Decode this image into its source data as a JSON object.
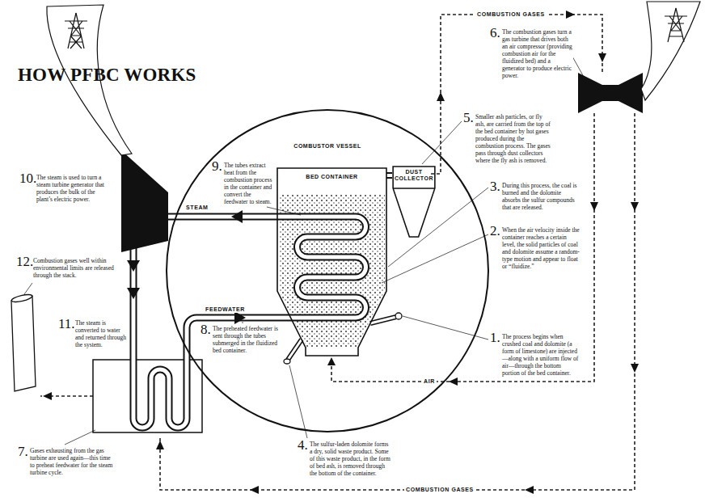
{
  "diagram": {
    "title": "HOW PFBC WORKS",
    "nodes": [
      {
        "text": [
          "COMBUSTOR VESSEL"
        ]
      },
      {
        "text": [
          "BED CONTAINER"
        ],
        "in": 0
      },
      {
        "text": [
          "DUST COLLECTOR"
        ],
        "in": 0
      }
    ],
    "edges": [
      {
        "from": 1,
        "to": 2,
        "arrow": "none"
      }
    ],
    "labels": [
      "1.",
      "The process begins when crushed coal and dolomite (a form of limestone) are injected—along with a uniform flow of air—through the bottom portion of the bed container.",
      "2.",
      "When the air velocity inside the container reaches a certain level, the solid particles of coal and dolomite assume a random-type motion and appear to float or “fluidize.”",
      "3.",
      "During this process, the coal is burned and the dolomite absorbs the sulfur compounds that are released.",
      "4.",
      "The sulfur-laden dolomite forms a dry, solid waste product. Some of this waste product, in the form of bed ash, is removed through the bottom of the container.",
      "5.",
      "Smaller ash particles, or fly ash, are carried from the top of the bed container by hot gases produced during the combustion process. The gases pass through dust collectors where the fly ash is removed.",
      "6.",
      "The combustion gases turn a gas turbine that drives both an air compressor (providing combustion air for the fluidized bed) and a generator to produce electric power.",
      "7.",
      "Gases exhausting from the gas turbine are used again—this time to preheat feedwater for the steam turbine cycle.",
      "8.",
      "The preheated feedwater is sent through the tubes submerged in the fluidized bed container.",
      "9.",
      "The tubes extract heat from the combustion process in the container and convert the feedwater to steam.",
      "10.",
      "The steam is used to turn a steam turbine generator that produces the bulk of the plant’s electric power.",
      "11.",
      "The steam is converted to water and returned through the system.",
      "12.",
      "Combustion gases well within environmental limits are released through the stack.",
      "STEAM",
      "FEEDWATER",
      "COMBUSTION GASES",
      "COMBUSTION GASES",
      "AIR"
    ]
  }
}
